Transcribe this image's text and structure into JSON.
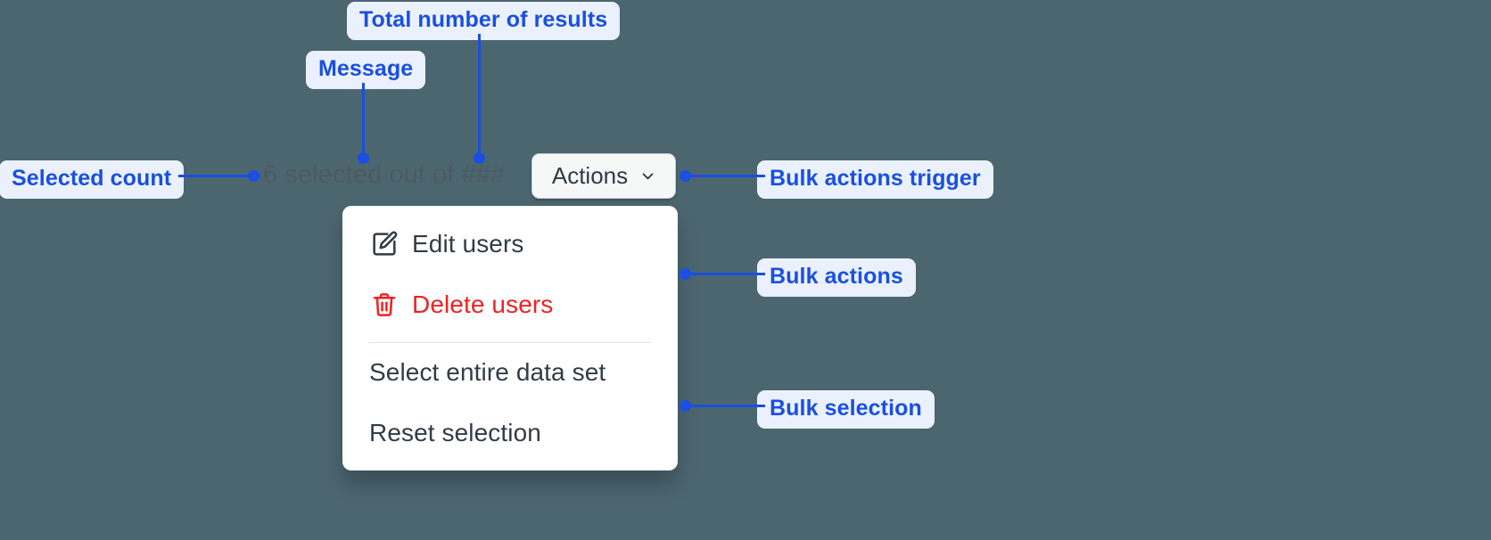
{
  "canvas": {
    "background_color": "#4c6670",
    "accent_color": "#1a4fe0",
    "annotation_bg_color": "#eaf1fd",
    "danger_color": "#ee2222"
  },
  "annotations": [
    {
      "id": "total-results",
      "label": "Total number of results"
    },
    {
      "id": "message",
      "label": "Message"
    },
    {
      "id": "selected-count",
      "label": "Selected count"
    },
    {
      "id": "bulk-actions-trigger",
      "label": "Bulk actions trigger"
    },
    {
      "id": "bulk-actions",
      "label": "Bulk actions"
    },
    {
      "id": "bulk-selection",
      "label": "Bulk selection"
    }
  ],
  "ui": {
    "selection_message": {
      "selected_count": "6",
      "middle_text": " selected out of ",
      "total_results": "###",
      "full_text": "6 selected out of ###"
    },
    "actions_button": {
      "label": "Actions",
      "icon": "chevron-down-icon"
    },
    "dropdown": {
      "bulk_actions": [
        {
          "label": "Edit users",
          "icon": "edit-pencil-square-icon",
          "tone": "default"
        },
        {
          "label": "Delete users",
          "icon": "trash-icon",
          "tone": "danger"
        }
      ],
      "bulk_selection": [
        {
          "label": "Select entire data set",
          "icon": null,
          "tone": "default"
        },
        {
          "label": "Reset selection",
          "icon": null,
          "tone": "default"
        }
      ]
    }
  }
}
